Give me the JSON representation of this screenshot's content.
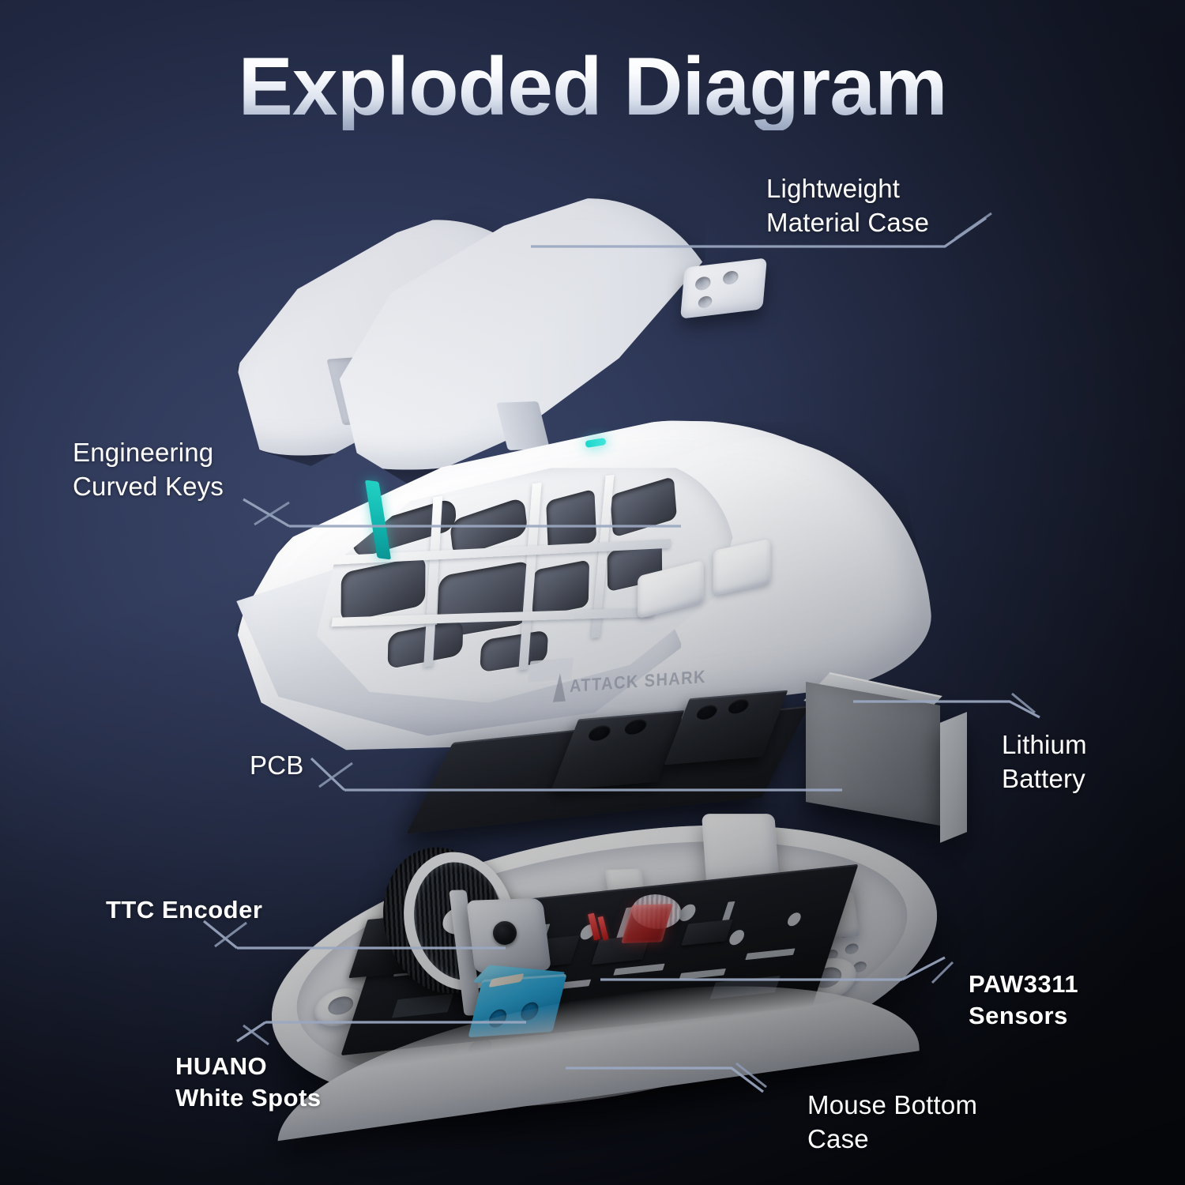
{
  "header": {
    "title": "Exploded Diagram"
  },
  "product": {
    "brand_text": "ATTACK SHARK",
    "brand_icon": "shark-fin-icon"
  },
  "labels": [
    {
      "id": "lightweight-material-case",
      "text": "Lightweight\nMaterial Case",
      "weight": "regular",
      "align": "left"
    },
    {
      "id": "engineering-curved-keys",
      "text": "Engineering\nCurved Keys",
      "weight": "regular",
      "align": "left"
    },
    {
      "id": "pcb",
      "text": "PCB",
      "weight": "regular",
      "align": "left"
    },
    {
      "id": "lithium-battery",
      "text": "Lithium\nBattery",
      "weight": "regular",
      "align": "left"
    },
    {
      "id": "ttc-encoder",
      "text": "TTC Encoder",
      "weight": "bold",
      "align": "left"
    },
    {
      "id": "huano-white-spots",
      "text": "HUANO\nWhite Spots",
      "weight": "bold",
      "align": "left"
    },
    {
      "id": "paw3311-sensors",
      "text": "PAW3311\nSensors",
      "weight": "bold",
      "align": "left"
    },
    {
      "id": "mouse-bottom-case",
      "text": "Mouse Bottom\nCase",
      "weight": "regular",
      "align": "left"
    }
  ],
  "colors": {
    "background_top_left": "#2b3557",
    "background_center": "#3a4568",
    "background_bottom_right": "#0a0e18",
    "label_text": "#ffffff",
    "leader_line": "#9aa7c0",
    "accent_teal": "#19d6cb",
    "switch_blue": "#32b4e8",
    "sensor_red": "#c81c1c",
    "battery_silver": "#8c9198",
    "shell_white": "#ffffff",
    "pcb_black": "#1b1e24"
  },
  "parts": [
    {
      "id": "left-click-shell",
      "name": "left-click-key-shell",
      "material": "white"
    },
    {
      "id": "right-click-shell",
      "name": "right-click-key-shell",
      "material": "white"
    },
    {
      "id": "mouse-top-body",
      "name": "honeycomb-lattice-body",
      "material": "white"
    },
    {
      "id": "mid-pcb",
      "name": "switch-pcb-board",
      "material": "black"
    },
    {
      "id": "lithium-battery-cell",
      "name": "lithium-battery-cell",
      "material": "silver"
    },
    {
      "id": "scroll-wheel",
      "name": "scroll-wheel",
      "material": "black-rubber"
    },
    {
      "id": "ttc-encoder-unit",
      "name": "ttc-encoder-unit",
      "material": "silver"
    },
    {
      "id": "huano-switch",
      "name": "huano-white-spot-switch",
      "material": "blue"
    },
    {
      "id": "main-pcb",
      "name": "main-logic-pcb",
      "material": "black"
    },
    {
      "id": "paw3311-sensor",
      "name": "paw3311-optical-sensor",
      "material": "red-lens"
    },
    {
      "id": "bottom-case-tray",
      "name": "mouse-bottom-case-tray",
      "material": "white"
    }
  ]
}
